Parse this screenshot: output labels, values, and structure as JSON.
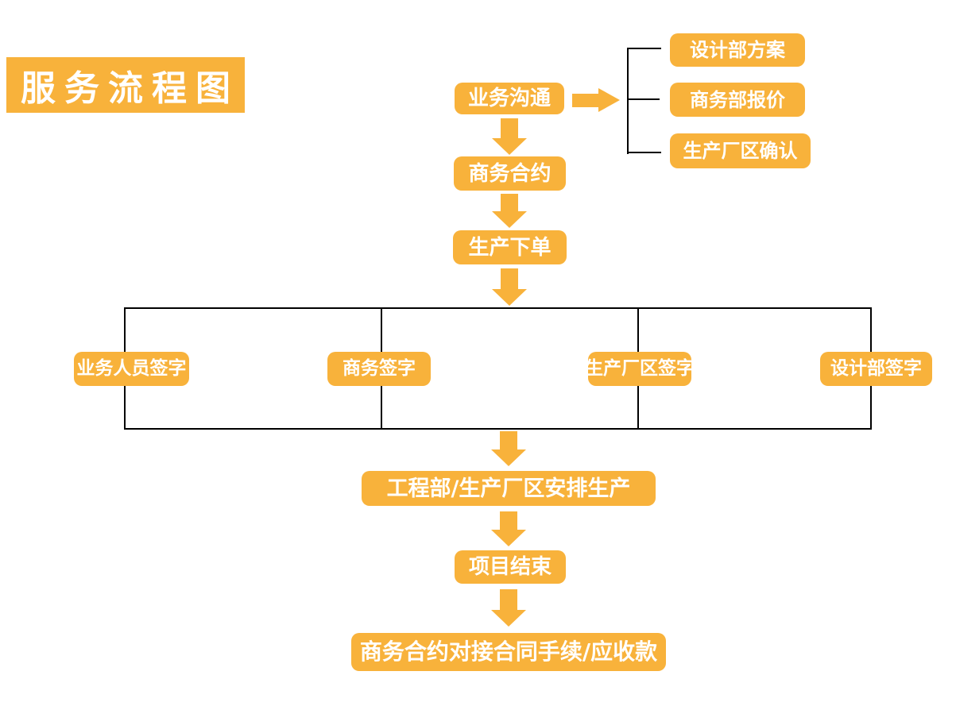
{
  "title": "服务流程图",
  "colors": {
    "accent": "#F8B23B",
    "connector": "#000000",
    "text_on_accent": "#FFFFFF"
  },
  "main_flow": [
    {
      "label": "业务沟通"
    },
    {
      "label": "商务合约"
    },
    {
      "label": "生产下单"
    },
    {
      "label": "工程部/生产厂区安排生产"
    },
    {
      "label": "项目结束"
    },
    {
      "label": "商务合约对接合同手续/应收款"
    }
  ],
  "side_branch": [
    {
      "label": "设计部方案"
    },
    {
      "label": "商务部报价"
    },
    {
      "label": "生产厂区确认"
    }
  ],
  "signatures": [
    {
      "label": "业务人员签字"
    },
    {
      "label": "商务签字"
    },
    {
      "label": "生产厂区签字"
    },
    {
      "label": "设计部签字"
    }
  ]
}
